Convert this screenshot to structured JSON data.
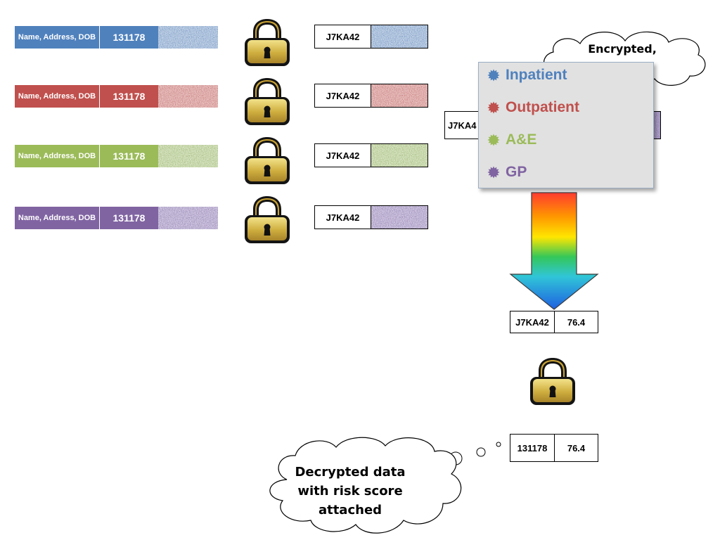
{
  "colors": {
    "blue": "#4f81bd",
    "red": "#c0504d",
    "green": "#9bbb59",
    "purple": "#8064a2",
    "lock_gold": "#c9a233",
    "legend_bg": "#e1e1e1"
  },
  "records": [
    {
      "name": "Name, Address, DOB",
      "id": "131178",
      "color": "blue"
    },
    {
      "name": "Name, Address, DOB",
      "id": "131178",
      "color": "red"
    },
    {
      "name": "Name, Address, DOB",
      "id": "131178",
      "color": "green"
    },
    {
      "name": "Name, Address, DOB",
      "id": "131178",
      "color": "purple"
    }
  ],
  "encrypted_records": [
    {
      "pseudo_id": "J7KA42"
    },
    {
      "pseudo_id": "J7KA42"
    },
    {
      "pseudo_id": "J7KA42"
    },
    {
      "pseudo_id": "J7KA42"
    }
  ],
  "linked_record": {
    "pseudo_id": "J7KA4"
  },
  "top_cloud": {
    "text": "Encrypted,"
  },
  "legend": {
    "items": [
      {
        "label": "Inpatient",
        "color": "blue"
      },
      {
        "label": "Outpatient",
        "color": "red"
      },
      {
        "label": "A&E",
        "color": "green"
      },
      {
        "label": "GP",
        "color": "purple"
      }
    ]
  },
  "scored_record": {
    "pseudo_id": "J7KA42",
    "score": "76.4"
  },
  "decrypted_record": {
    "id": "131178",
    "score": "76.4"
  },
  "bottom_cloud": {
    "lines": [
      "Decrypted data",
      "with risk score",
      "attached"
    ]
  },
  "icons": {
    "lock": "padlock-icon",
    "arrow": "rainbow-down-arrow",
    "bullet": "starburst-bullet-icon"
  }
}
